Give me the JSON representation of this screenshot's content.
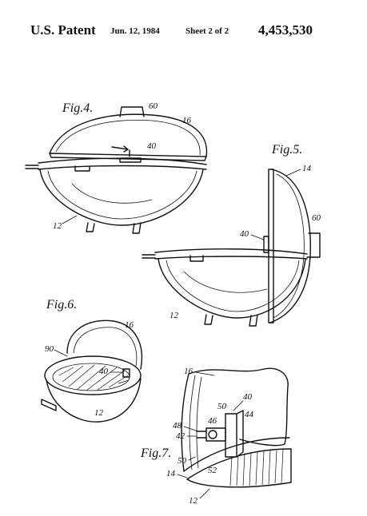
{
  "header": {
    "patent": "U.S. Patent",
    "date": "Jun. 12, 1984",
    "sheet": "Sheet 2 of 2",
    "number": "4,453,530"
  },
  "figures": {
    "fig4": {
      "label": "Fig.4.",
      "refs": {
        "r60": "60",
        "r16": "16",
        "r40": "40",
        "r12": "12"
      }
    },
    "fig5": {
      "label": "Fig.5.",
      "refs": {
        "r14": "14",
        "r60": "60",
        "r40": "40",
        "r12": "12"
      }
    },
    "fig6": {
      "label": "Fig.6.",
      "refs": {
        "r16": "16",
        "r90": "90",
        "r40": "40",
        "r12": "12"
      }
    },
    "fig7": {
      "label": "Fig.7.",
      "refs": {
        "r16": "16",
        "r50a": "50",
        "r40": "40",
        "r44": "44",
        "r48": "48",
        "r46": "46",
        "r42": "42",
        "r50b": "50",
        "r52": "52",
        "r14": "14",
        "r12": "12"
      }
    }
  }
}
